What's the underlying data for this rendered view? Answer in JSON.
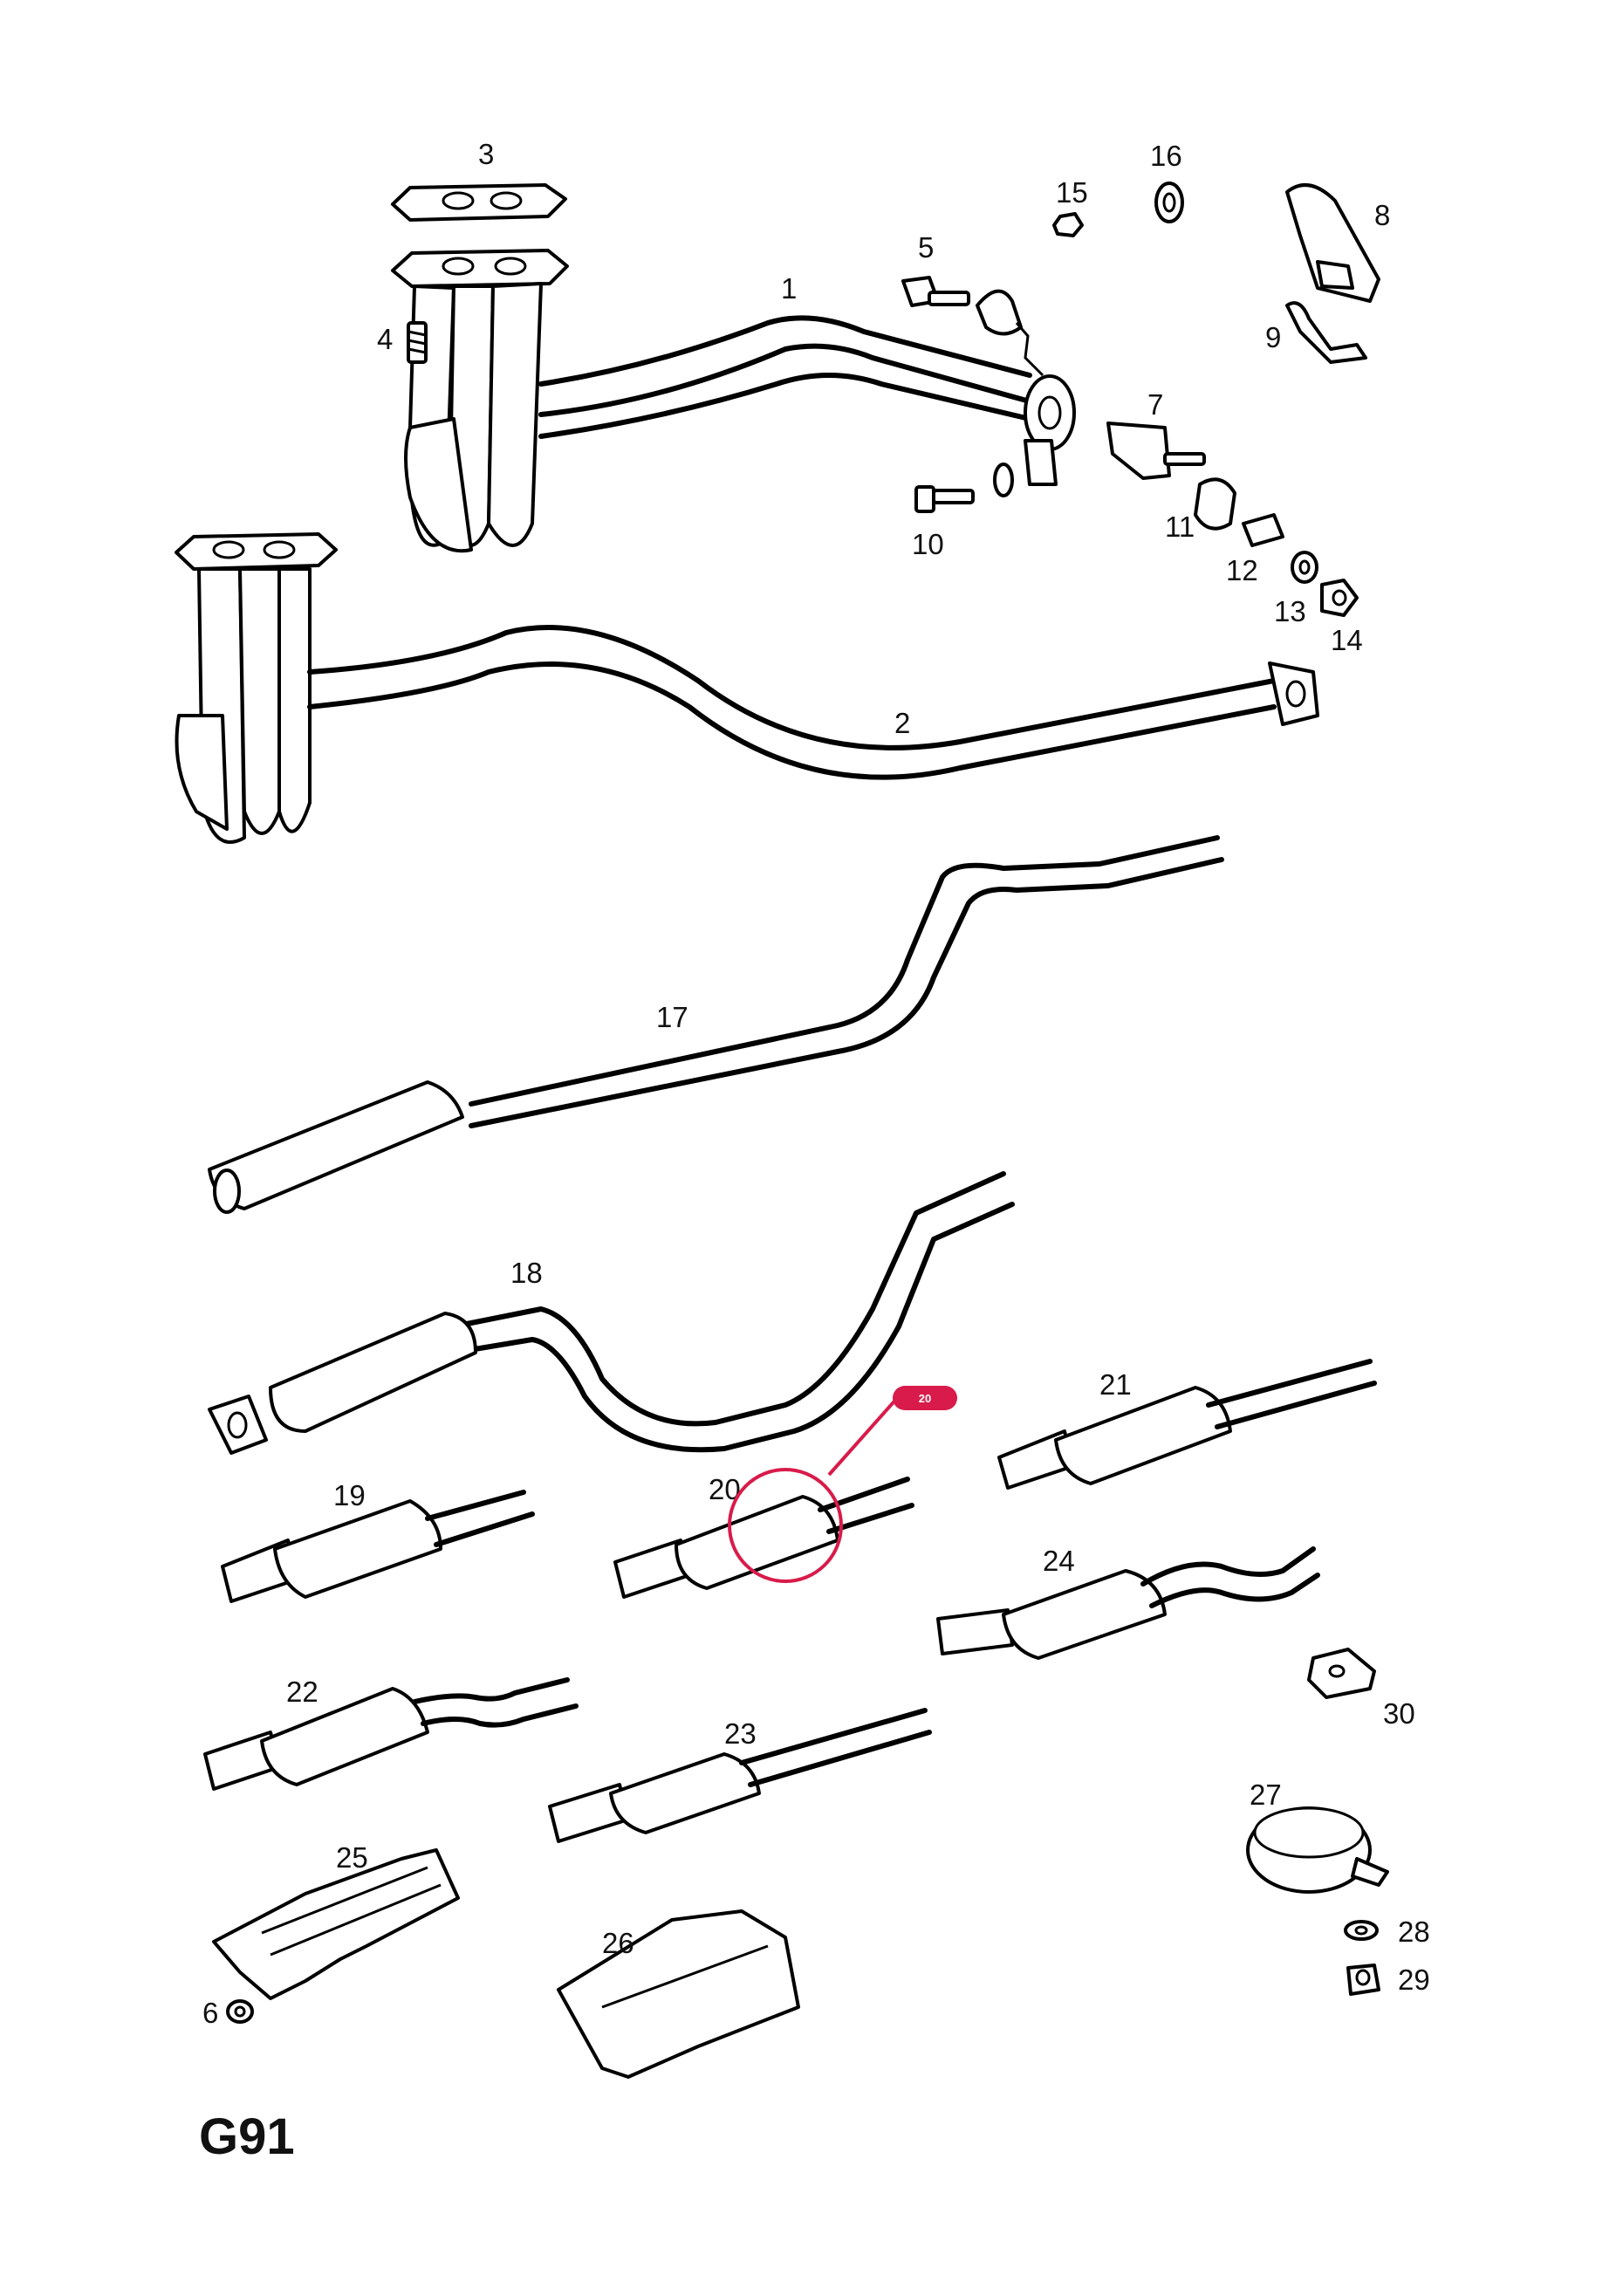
{
  "diagram": {
    "page_code": "G91",
    "highlight": {
      "label": "20",
      "color": "#d81b4a"
    },
    "callouts": [
      "1",
      "2",
      "3",
      "4",
      "5",
      "6",
      "7",
      "8",
      "9",
      "10",
      "11",
      "12",
      "13",
      "14",
      "15",
      "16",
      "17",
      "18",
      "19",
      "20",
      "21",
      "22",
      "23",
      "24",
      "25",
      "26",
      "27",
      "28",
      "29",
      "30"
    ]
  }
}
